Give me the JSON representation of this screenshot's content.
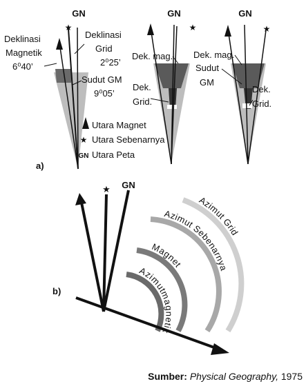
{
  "panel_a": {
    "label": "a)",
    "gn": "GN",
    "diagram1": {
      "decl_mag_l1": "Deklinasi",
      "decl_mag_l2": "Magnetik",
      "decl_mag_l3": "6⁰40’",
      "decl_grid_l1": "Deklinasi",
      "decl_grid_l2": "Grid",
      "decl_grid_l3": "2⁰25’",
      "sudut_l1": "Sudut GM",
      "sudut_l2": "9⁰05’"
    },
    "diagram2": {
      "dek_mag": "Dek. mag.",
      "dek_grid_l1": "Dek.",
      "dek_grid_l2": "Grid."
    },
    "diagram3": {
      "dek_mag": "Dek. mag.",
      "sudut_l1": "Sudut",
      "sudut_l2": "GM",
      "dek_grid_l1": "Dek.",
      "dek_grid_l2": "Grid."
    },
    "legend": {
      "utara_magnet": "Utara Magnet",
      "utara_sebenarnya": "Utara Sebenarnya",
      "gn_symbol": "GN",
      "utara_peta": "Utara Peta"
    }
  },
  "panel_b": {
    "label": "b)",
    "gn": "GN",
    "arc_labels": {
      "azimut_grid": "Azimut Grid",
      "azimut_sebenarnya": "Azimut Sebenarnya",
      "magnet": "Magnet",
      "azimut_magnetik_1": "Azimut",
      "azimut_magnetik_2": "magnetik"
    }
  },
  "source": {
    "prefix": "Sumber: ",
    "title": "Physical Geography,",
    "year": " 1975"
  }
}
